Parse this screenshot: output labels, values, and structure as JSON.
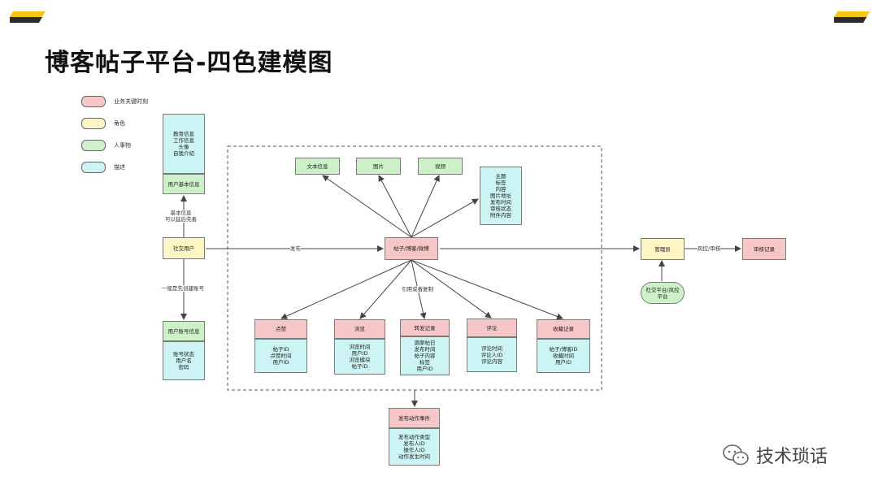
{
  "title": "博客帖子平台-四色建模图",
  "legend": [
    {
      "label": "业务关键时刻",
      "color": "#f7c7c8"
    },
    {
      "label": "角色",
      "color": "#fdf5c4"
    },
    {
      "label": "人事物",
      "color": "#cdf1c9"
    },
    {
      "label": "描述",
      "color": "#ccf4f5"
    }
  ],
  "nodes": {
    "user_basic_desc": "教育信息\n工作信息\n头像\n自我介绍",
    "user_basic": "用户基本信息",
    "social_user": "社交用户",
    "user_account": "用户账号信息",
    "user_account_desc": "账号状态\n用户名\n密码",
    "text_info": "文本信息",
    "image": "图片",
    "video": "视频",
    "post_desc": "主题\n标签\n内容\n图片地址\n发布时间\n审核状态\n附件内容",
    "post": "帖子/博客/微博",
    "admin": "管理员",
    "audit_record": "审核记录",
    "social_platform": "社交平台/风控\n平台",
    "like": "点赞",
    "like_desc": "帖子ID\n点赞时间\n用户ID",
    "browse": "浏览",
    "browse_desc": "浏览时间\n用户ID\n浏览模块\n帖子ID",
    "forward": "转发记录",
    "forward_desc": "源原帖日\n发布时间\n帖子内容\n标签\n用户ID",
    "comment": "评论",
    "comment_desc": "评论时间\n评论人ID\n评论内容",
    "favorite": "收藏记录",
    "favorite_desc": "帖子/博客ID\n收藏时间\n用户ID",
    "publish_event": "发布动作事件",
    "publish_event_desc": "发布动作类型\n发布人ID\n操作人ID\n动作发生时间"
  },
  "edge_labels": {
    "basic_info": "基本信息\n可以延后完善",
    "register": "一般是先创建账号",
    "publish": "发布",
    "quote": "引用或者复制",
    "review": "风控/审核"
  },
  "watermark": {
    "text": "技术琐话",
    "icon": "wechat-icon"
  },
  "colors": {
    "accent_yellow": "#f5c518",
    "accent_dark": "#2b2b2b",
    "line": "#444444"
  }
}
